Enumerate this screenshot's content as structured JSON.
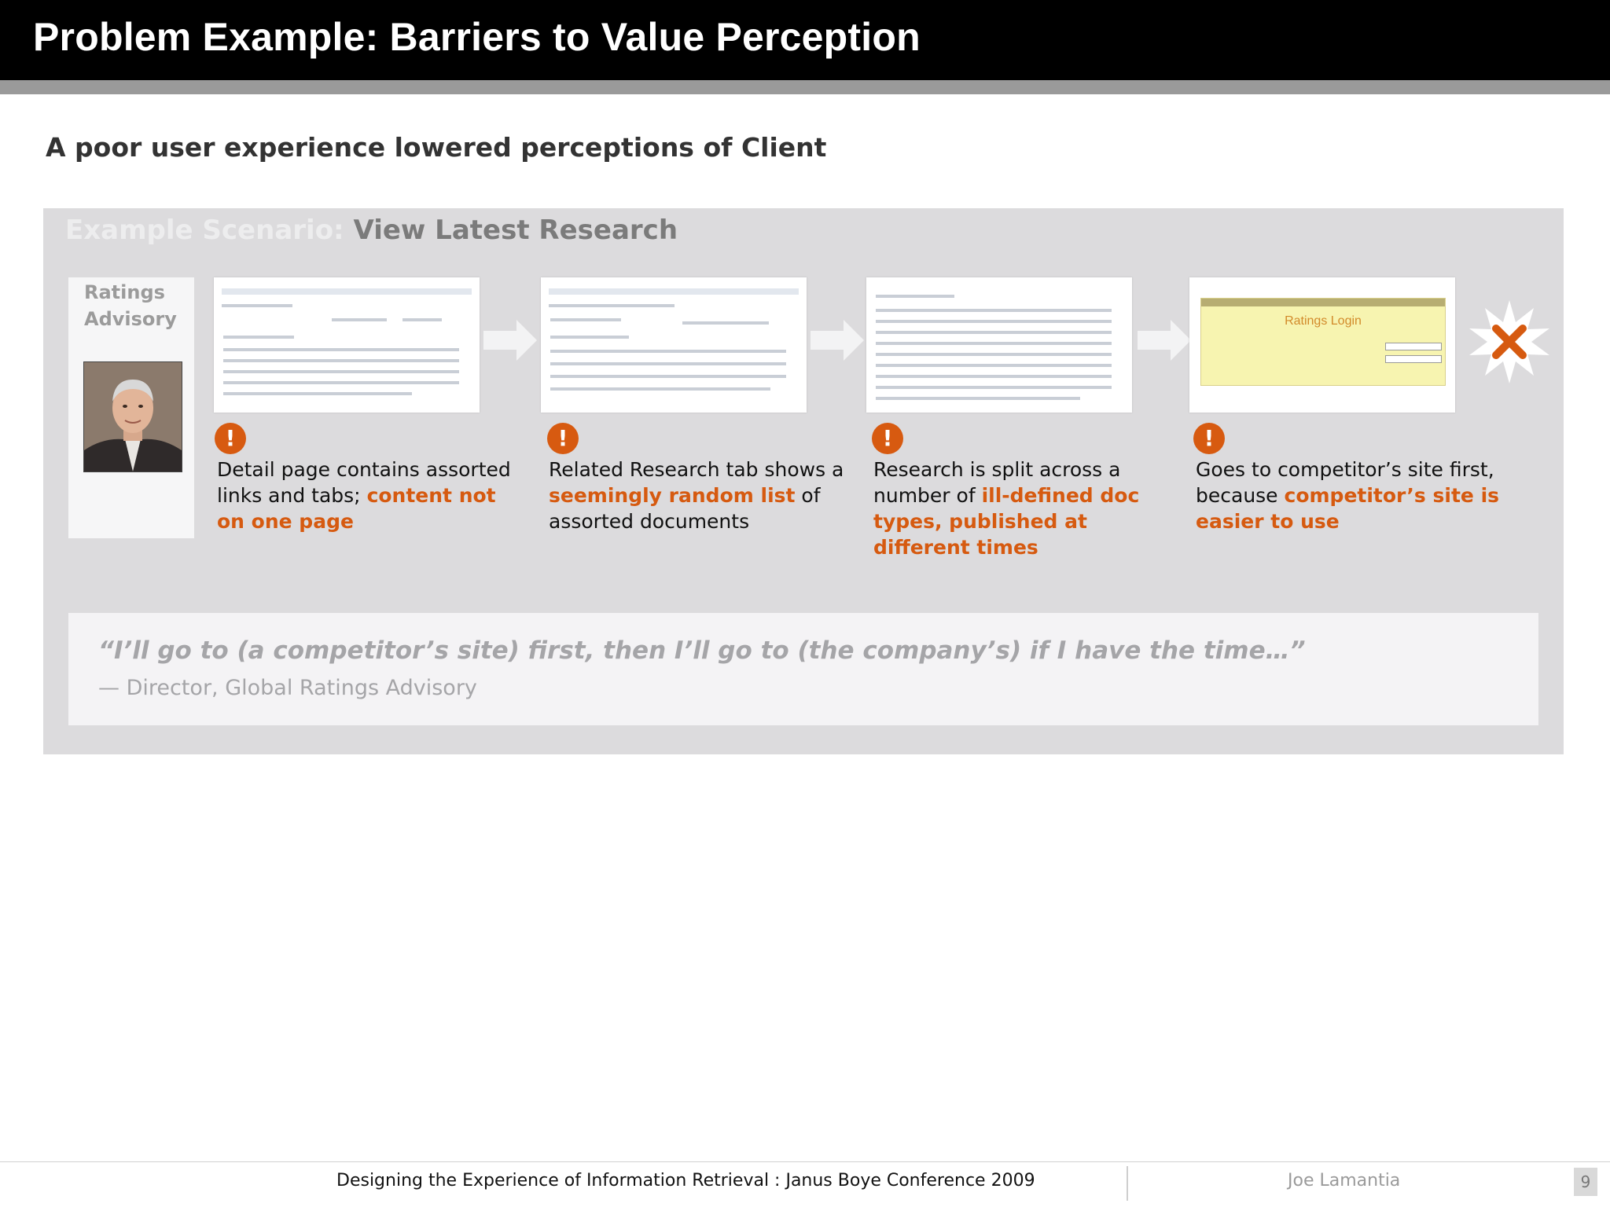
{
  "slide": {
    "title": "Problem Example: Barriers to Value Perception",
    "subtitle": "A poor user experience lowered perceptions of Client"
  },
  "scenario": {
    "label": "Example Scenario:",
    "name": "View Latest Research"
  },
  "persona": {
    "label": "Ratings Advisory"
  },
  "steps": [
    {
      "icon": "alert-icon",
      "text_plain": "Detail page contains assorted links and tabs; ",
      "text_highlight": "content not on one page",
      "text_after": ""
    },
    {
      "icon": "alert-icon",
      "text_plain": "Related Research tab shows a ",
      "text_highlight": "seemingly random list",
      "text_after": " of assorted documents"
    },
    {
      "icon": "alert-icon",
      "text_plain": "Research is split across a number of ",
      "text_highlight": "ill-defined doc types, published at different times",
      "text_after": ""
    },
    {
      "icon": "alert-icon",
      "text_plain": "Goes to competitor’s site first, because ",
      "text_highlight": "competitor’s site is easier to use",
      "text_after": ""
    }
  ],
  "login_screen": {
    "title": "Ratings Login"
  },
  "fail_icon": "x-mark-icon",
  "quote": {
    "text": "“I’ll go to (a competitor’s site) first, then I’ll go to (the company’s) if I have the time…”",
    "attribution": "— Director, Global Ratings Advisory"
  },
  "footer": {
    "conference": "Designing the Experience of Information Retrieval : Janus Boye Conference 2009",
    "author": "Joe Lamantia",
    "page": "9"
  },
  "colors": {
    "accent": "#d65a10",
    "panel": "#dcdbdd",
    "title_bar": "#000000"
  }
}
